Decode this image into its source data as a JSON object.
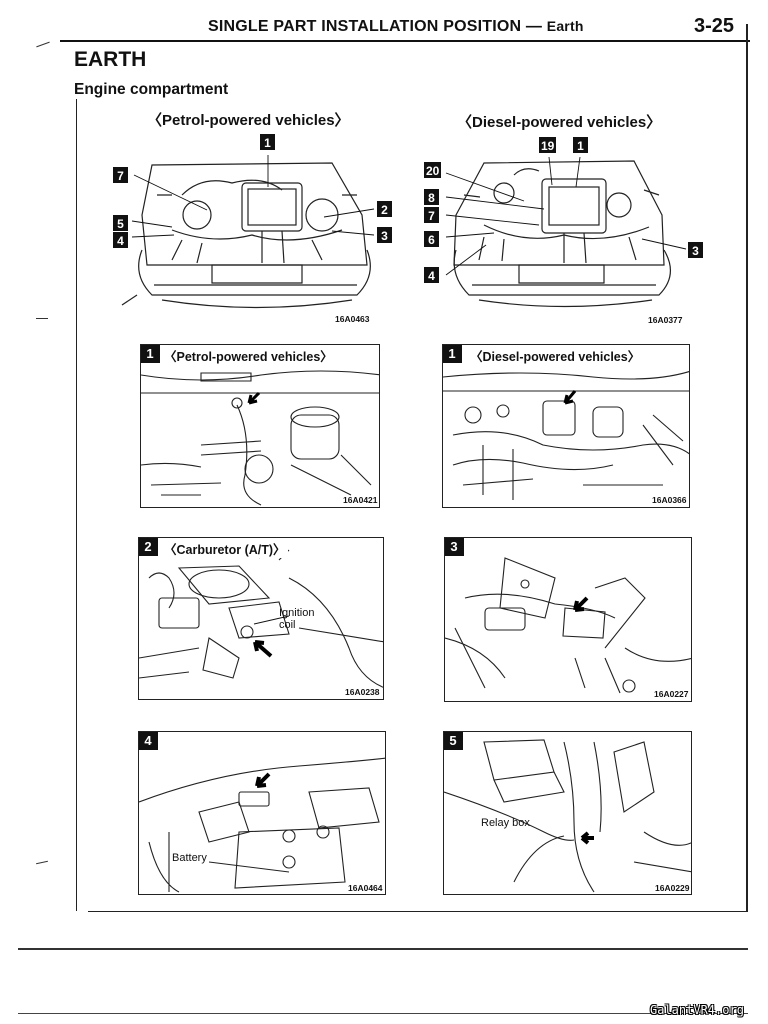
{
  "header": {
    "title_main": "SINGLE PART INSTALLATION POSITION",
    "title_dash": "—",
    "title_sub": "Earth",
    "page_number": "3-25"
  },
  "section": {
    "title": "EARTH",
    "subtitle": "Engine compartment"
  },
  "overview": {
    "petrol": {
      "label": "〈Petrol-powered vehicles〉",
      "code": "16A0463",
      "markers": [
        "1",
        "7",
        "5",
        "4",
        "2",
        "3"
      ]
    },
    "diesel": {
      "label": "〈Diesel-powered vehicles〉",
      "code": "16A0377",
      "markers": [
        "19",
        "1",
        "20",
        "8",
        "7",
        "6",
        "4",
        "3"
      ]
    }
  },
  "panels": [
    {
      "number": "1",
      "title": "〈Petrol-powered vehicles〉",
      "code": "16A0421",
      "callouts": []
    },
    {
      "number": "1",
      "title": "〈Diesel-powered vehicles〉",
      "code": "16A0366",
      "callouts": []
    },
    {
      "number": "2",
      "title": "〈Carburetor (A/T)〉",
      "code": "16A0238",
      "callouts": [
        "Ignition",
        "coil"
      ]
    },
    {
      "number": "3",
      "title": "",
      "code": "16A0227",
      "callouts": []
    },
    {
      "number": "4",
      "title": "",
      "code": "16A0464",
      "callouts": [
        "Battery"
      ]
    },
    {
      "number": "5",
      "title": "",
      "code": "16A0229",
      "callouts": [
        "Relay box"
      ]
    }
  ],
  "watermark": "GalantVR4.org"
}
